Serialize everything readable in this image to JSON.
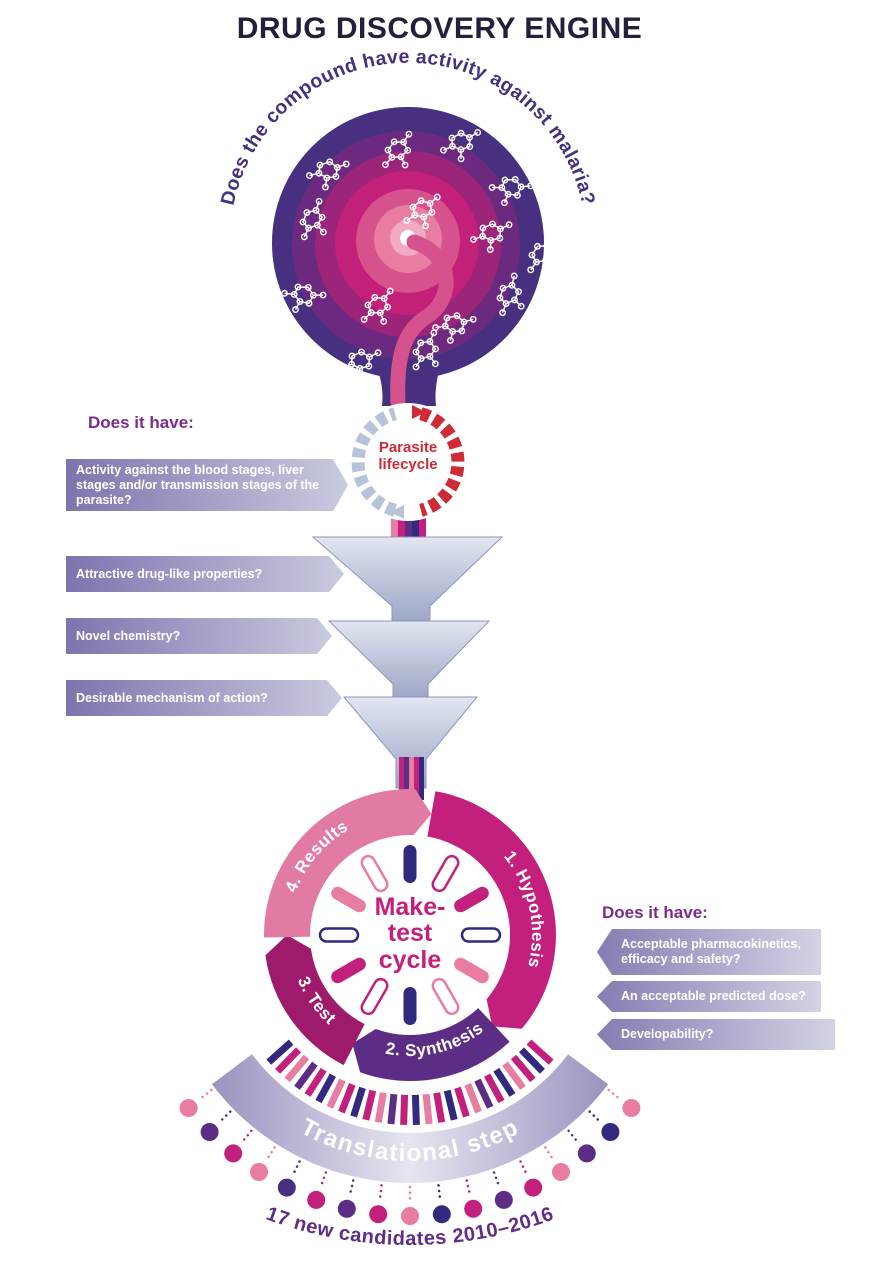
{
  "title": "DRUG DISCOVERY ENGINE",
  "spiral": {
    "question": "Does the compound have activity against malaria?"
  },
  "parasite": {
    "label": "Parasite lifecycle"
  },
  "left_panel": {
    "heading": "Does it have:",
    "banners": [
      "Activity against the blood stages, liver stages and/or transmission stages of the parasite?",
      "Attractive drug-like properties?",
      "Novel chemistry?",
      "Desirable mechanism of action?"
    ]
  },
  "cycle": {
    "center": "Make-test cycle",
    "steps": [
      "1. Hypothesis",
      "2. Synthesis",
      "3. Test",
      "4. Results"
    ]
  },
  "right_panel": {
    "heading": "Does it have:",
    "banners": [
      "Acceptable pharmacokinetics, efficacy and safety?",
      "An acceptable predicted dose?",
      "Developability?"
    ]
  },
  "translational": {
    "label": "Translational step"
  },
  "candidates": {
    "label": "17 new candidates 2010–2016",
    "count": 17,
    "dot_colors": [
      "#e87ca1",
      "#5b2d84",
      "#c2207c",
      "#e87ca1",
      "#46307f",
      "#c2207c",
      "#5b2d84",
      "#c2207c",
      "#e87ca1",
      "#312a7e",
      "#c2207c",
      "#5b2d84",
      "#c2207c",
      "#e87ca1",
      "#5b2d84",
      "#312a7e",
      "#e87ca1"
    ]
  },
  "colors": {
    "navy": "#312a7e",
    "indigo": "#46307f",
    "purple": "#5b2d84",
    "violet": "#7d2a8c",
    "magenta": "#c2207c",
    "dark_magenta": "#9e1b6b",
    "pink": "#e27ba4",
    "light_pink": "#e87ca1",
    "red": "#cf2b36",
    "steel": "#b9c3d8",
    "banner_dark": "#7e74ae",
    "banner_light": "#c9cbdf"
  }
}
